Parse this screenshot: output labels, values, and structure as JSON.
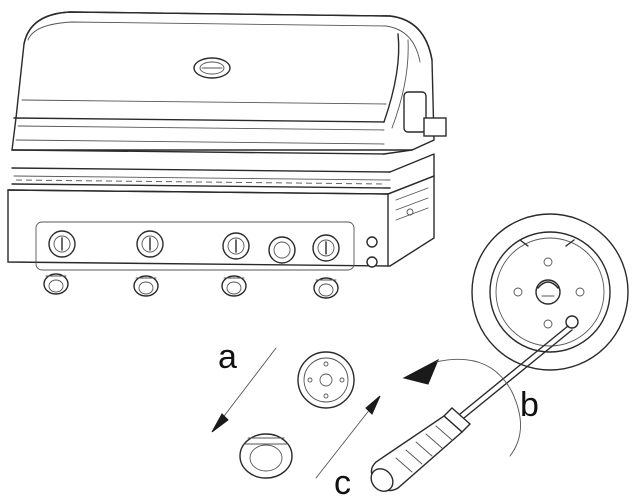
{
  "labels": {
    "a": "a",
    "b": "b",
    "c": "c"
  },
  "icons": {
    "grill": "grill-icon",
    "control-knob": "control-knob-icon",
    "knob-cap": "knob-cap-icon",
    "screwdriver": "screwdriver-icon",
    "knob-detail": "knob-detail-icon",
    "arrow": "arrow-icon"
  }
}
